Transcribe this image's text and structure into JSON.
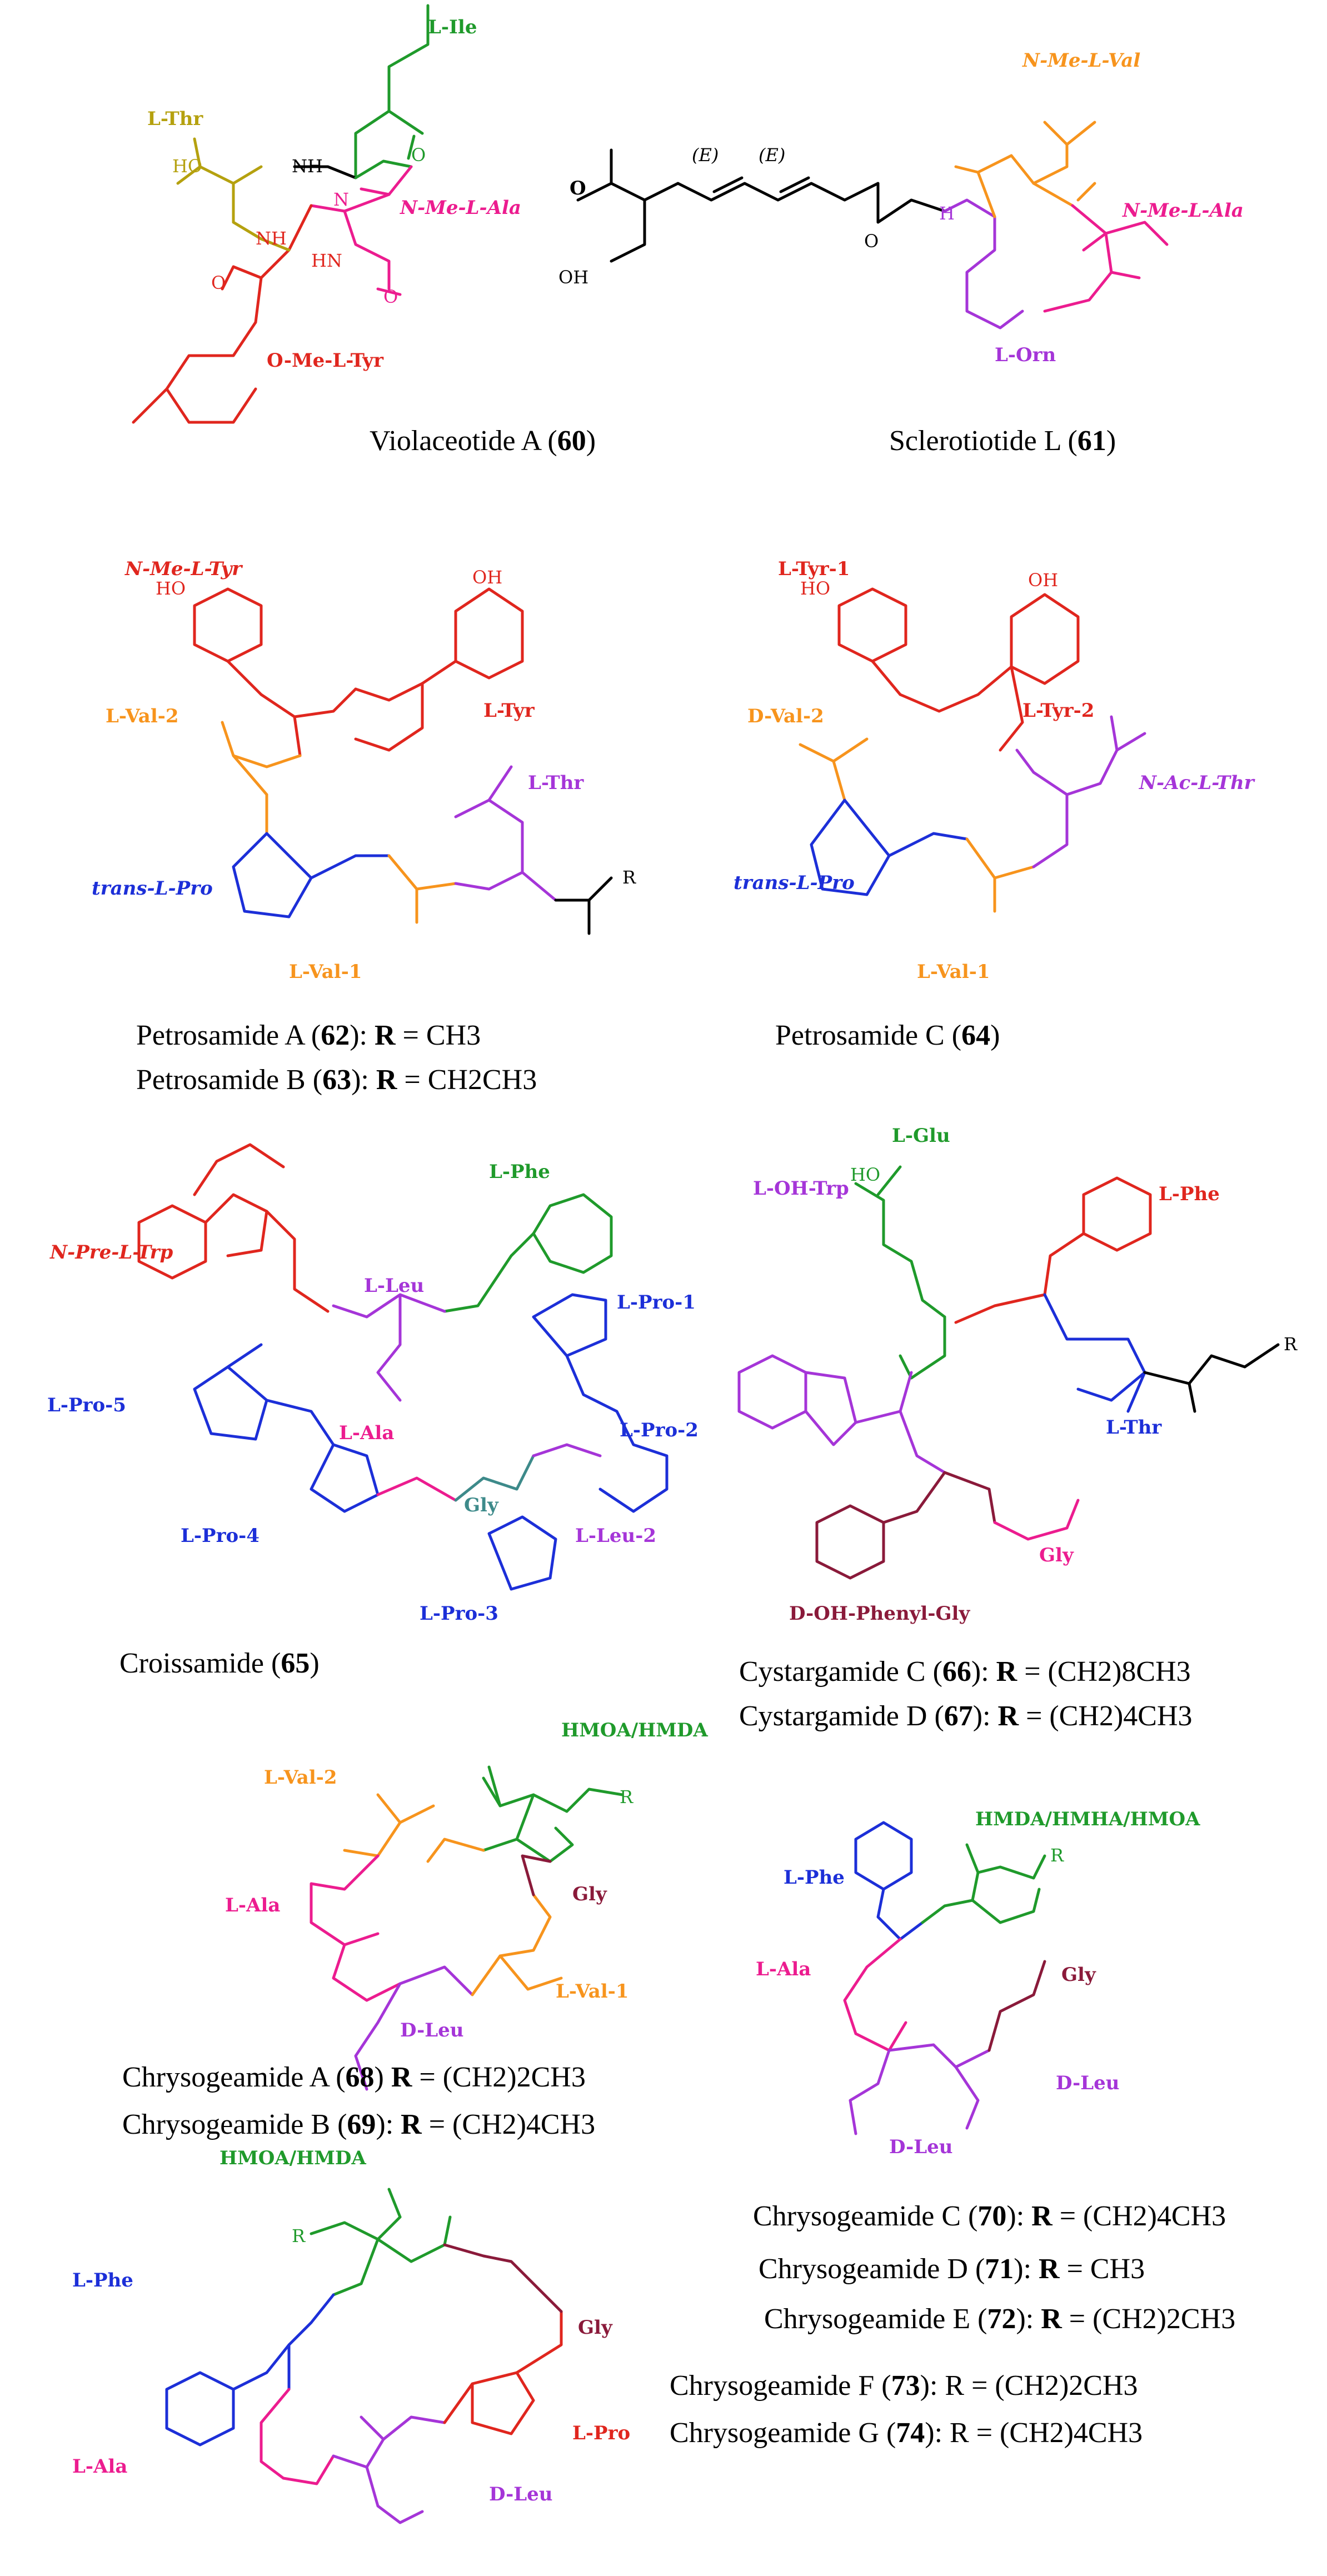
{
  "colors": {
    "black": "#000000",
    "red": "#e0261e",
    "orange": "#f7941d",
    "green": "#1f9a2b",
    "olive": "#b5a10f",
    "magenta": "#ec1c8f",
    "purple": "#a535d8",
    "blue": "#1c2fd8",
    "maroon": "#8a1a3a",
    "teal": "#3d8a8a"
  },
  "compounds": [
    {
      "id": "violaceotide-a",
      "caption": {
        "name": "Violaceotide  A",
        "number": "60"
      },
      "residues": [
        "L-Ile",
        "L-Thr",
        "N-Me-L-Ala",
        "O-Me-L-Tyr"
      ]
    },
    {
      "id": "sclerotiotide-l",
      "caption": {
        "name": "Sclerotiotide  L",
        "number": "61"
      },
      "residues": [
        "N-Me-L-Val",
        "N-Me-L-Ala",
        "L-Orn"
      ],
      "stereo": [
        "(E)",
        "(E)"
      ]
    },
    {
      "id": "petrosamide-ab",
      "caption_lines": [
        {
          "name": "Petrosamide  A",
          "number": "62",
          "r_label": "R",
          "r_value": "CH3"
        },
        {
          "name": "Petrosamide  B",
          "number": "63",
          "r_label": "R",
          "r_value": "CH2CH3"
        }
      ],
      "residues": [
        "N-Me-L-Tyr",
        "L-Tyr",
        "L-Val-2",
        "L-Thr",
        "trans-L-Pro",
        "L-Val-1"
      ]
    },
    {
      "id": "petrosamide-c",
      "caption": {
        "name": "Petrosamide  C",
        "number": "64"
      },
      "residues": [
        "L-Tyr-1",
        "L-Tyr-2",
        "D-Val-2",
        "N-Ac-L-Thr",
        "trans-L-Pro",
        "L-Val-1"
      ]
    },
    {
      "id": "croissamide",
      "caption": {
        "name": "Croissamide",
        "number": "65"
      },
      "residues": [
        "N-Pre-L-Trp",
        "L-Phe",
        "L-Leu",
        "L-Pro-1",
        "L-Pro-5",
        "L-Ala",
        "L-Pro-2",
        "Gly",
        "L-Pro-4",
        "L-Leu-2",
        "L-Pro-3"
      ]
    },
    {
      "id": "cystargamide",
      "caption_lines": [
        {
          "name": "Cystargamide C",
          "number": "66",
          "r_label": "R",
          "r_value": "(CH2)8CH3"
        },
        {
          "name": "Cystargamide D",
          "number": "67",
          "r_label": "R",
          "r_value": "(CH2)4CH3"
        }
      ],
      "residues": [
        "L-Glu",
        "L-OH-Trp",
        "L-Phe",
        "L-Thr",
        "Gly",
        "D-OH-Phenyl-Gly"
      ]
    },
    {
      "id": "chrysogeamide-ab",
      "caption_lines": [
        {
          "name": "Chrysogeamide  A",
          "number": "68",
          "r_label": "R",
          "r_value": "(CH2)2CH3"
        },
        {
          "name": "Chrysogeamide  B",
          "number": "69",
          "r_label": "R",
          "r_value": "(CH2)4CH3"
        }
      ],
      "residues": [
        "HMOA/HMDA",
        "L-Val-2",
        "Gly",
        "L-Ala",
        "L-Val-1",
        "D-Leu"
      ]
    },
    {
      "id": "chrysogeamide-cde",
      "caption_lines": [
        {
          "name": "Chrysogeamide  C",
          "number": "70",
          "r_label": "R",
          "r_value": "(CH2)4CH3"
        },
        {
          "name": "Chrysogeamide  D",
          "number": "71",
          "r_label": "R",
          "r_value": "CH3"
        },
        {
          "name": "Chrysogeamide  E",
          "number": "72",
          "r_label": "R",
          "r_value": "(CH2)2CH3"
        }
      ],
      "residues": [
        "HMDA/HMHA/HMOA",
        "L-Phe",
        "Gly",
        "L-Ala",
        "D-Leu",
        "D-Leu"
      ]
    },
    {
      "id": "chrysogeamide-fg",
      "caption_lines": [
        {
          "name": "Chrysogeamide  F",
          "number": "73",
          "r_label": "R",
          "r_value": "(CH2)2CH3"
        },
        {
          "name": "Chrysogeamide  G",
          "number": "74",
          "r_label": "R",
          "r_value": "(CH2)4CH3"
        }
      ],
      "residues": [
        "HMOA/HMDA",
        "L-Phe",
        "Gly",
        "L-Pro",
        "L-Ala",
        "D-Leu"
      ]
    }
  ],
  "atoms": [
    "HO",
    "OH",
    "H",
    "N",
    "O",
    "NH",
    "HN",
    "R",
    "HO"
  ]
}
